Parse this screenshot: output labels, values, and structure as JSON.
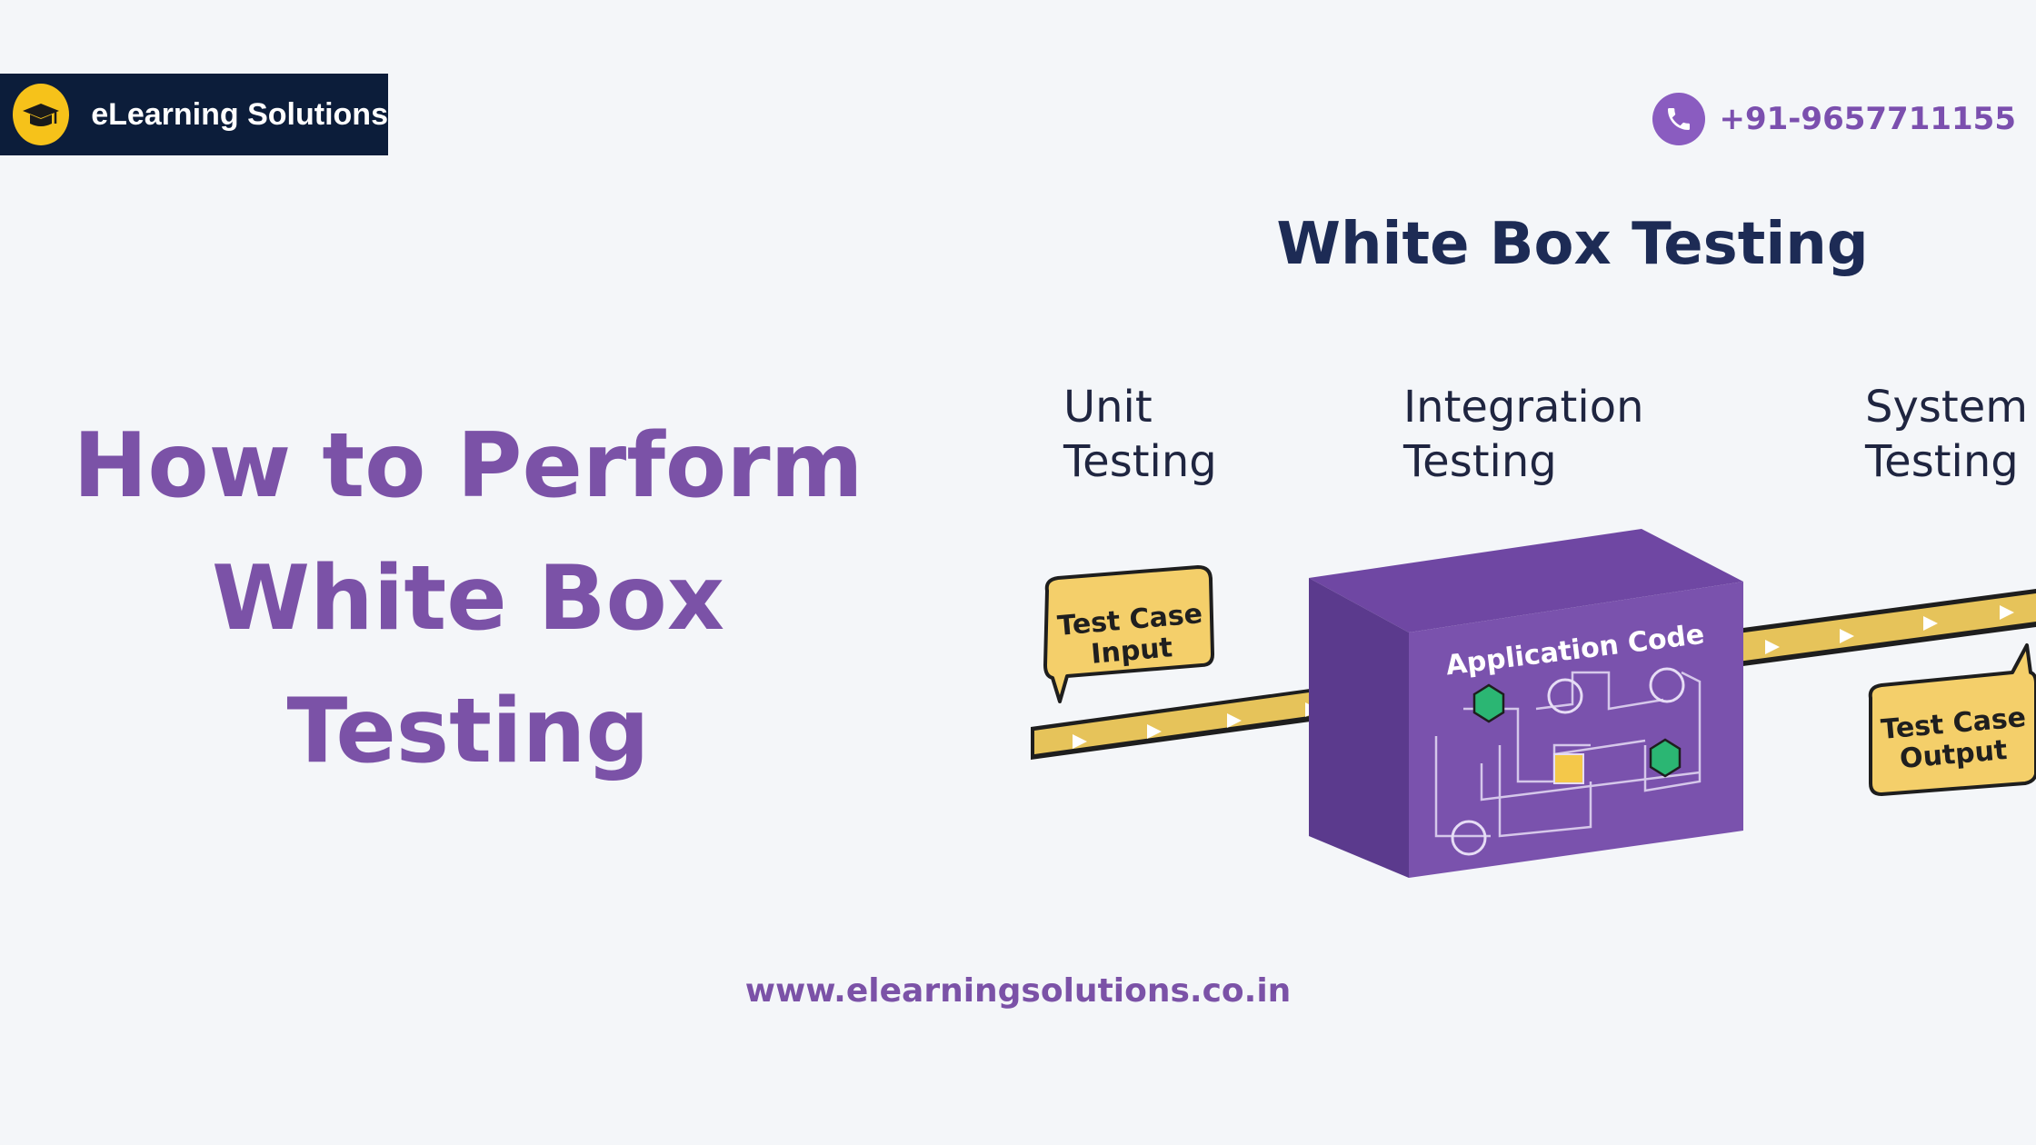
{
  "brand": {
    "name": "eLearning Solutions",
    "icon": "graduation-cap-icon",
    "bar_color": "#0c1d3a",
    "icon_bg": "#f6c21a"
  },
  "contact": {
    "phone": "+91-9657711155",
    "icon": "phone-icon",
    "color": "#7b4fae"
  },
  "headline": {
    "line1": "How to Perform",
    "line2": "White Box Testing",
    "color": "#7b52a7"
  },
  "diagram": {
    "title": "White Box Testing",
    "levels": [
      {
        "line1": "Unit",
        "line2": "Testing"
      },
      {
        "line1": "Integration",
        "line2": "Testing"
      },
      {
        "line1": "System",
        "line2": "Testing"
      }
    ],
    "input_label": {
      "line1": "Test Case",
      "line2": "Input"
    },
    "box_label": "Application Code",
    "output_label": {
      "line1": "Test Case",
      "line2": "Output"
    },
    "colors": {
      "box_front": "#7a52ad",
      "box_top": "#6f47a3",
      "box_side": "#5b3a8d",
      "belt": "#e6c35a",
      "node": "#2bb673",
      "chip": "#f4c84a",
      "title": "#1d2b55"
    }
  },
  "footer": {
    "url": "www.elearningsolutions.co.in"
  }
}
